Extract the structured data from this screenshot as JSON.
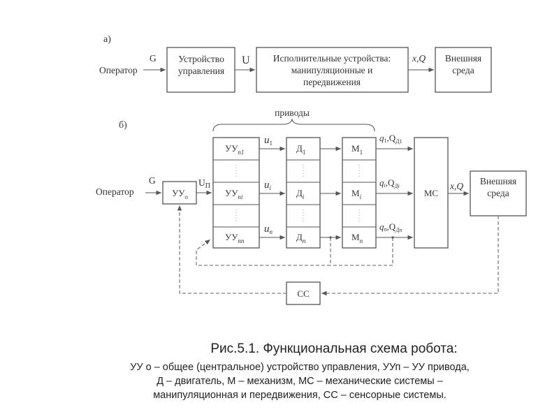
{
  "diagram_a": {
    "label": "а)",
    "operator": "Оператор",
    "signal_g": "G",
    "control_device": [
      "Устройство",
      "управления"
    ],
    "signal_u": "U",
    "actuators": [
      "Исполнительные устройства:",
      "манипуляционные и",
      "передвижения"
    ],
    "signal_xq": "x,Q",
    "environment": [
      "Внешняя",
      "среда"
    ]
  },
  "diagram_b": {
    "label": "б)",
    "drives_label": "приводы",
    "operator": "Оператор",
    "signal_g": "G",
    "central_control": {
      "main": "УУ",
      "sub": "о"
    },
    "signal_up": {
      "main": "U",
      "sub": "П"
    },
    "drive_controls": [
      {
        "main": "УУ",
        "sub": "п1"
      },
      {
        "main": "УУ",
        "sub": "пi"
      },
      {
        "main": "УУ",
        "sub": "пп"
      }
    ],
    "control_signals": [
      {
        "main": "u",
        "sub": "1"
      },
      {
        "main": "u",
        "sub": "i"
      },
      {
        "main": "u",
        "sub": "п"
      }
    ],
    "motors": [
      {
        "main": "Д",
        "sub": "1"
      },
      {
        "main": "Д",
        "sub": "i"
      },
      {
        "main": "Д",
        "sub": "п"
      }
    ],
    "mechanisms": [
      {
        "main": "М",
        "sub": "1"
      },
      {
        "main": "М",
        "sub": "i"
      },
      {
        "main": "М",
        "sub": "п"
      }
    ],
    "outputs": [
      {
        "q": "q",
        "qsub": "1",
        "Q": ",Q",
        "Qsub": "Д1"
      },
      {
        "q": "q",
        "qsub": "i",
        "Q": ",Q",
        "Qsub": "Дi"
      },
      {
        "q": "q",
        "qsub": "п",
        "Q": ",Q",
        "Qsub": "Дп"
      }
    ],
    "mech_systems": "МС",
    "signal_xq": "x,Q",
    "environment": [
      "Внешняя",
      "среда"
    ],
    "sensors": "СС",
    "ellipsis": "⋮"
  },
  "caption": {
    "title": "Рис.5.1. Функциональная схема робота:",
    "lines": [
      "УУ о – общее (центральное) устройство управления, УУп – УУ привода,",
      "Д – двигатель, М – механизм, МС – механические системы –",
      "манипуляционная и передвижения, СС – сенсорные системы."
    ]
  }
}
